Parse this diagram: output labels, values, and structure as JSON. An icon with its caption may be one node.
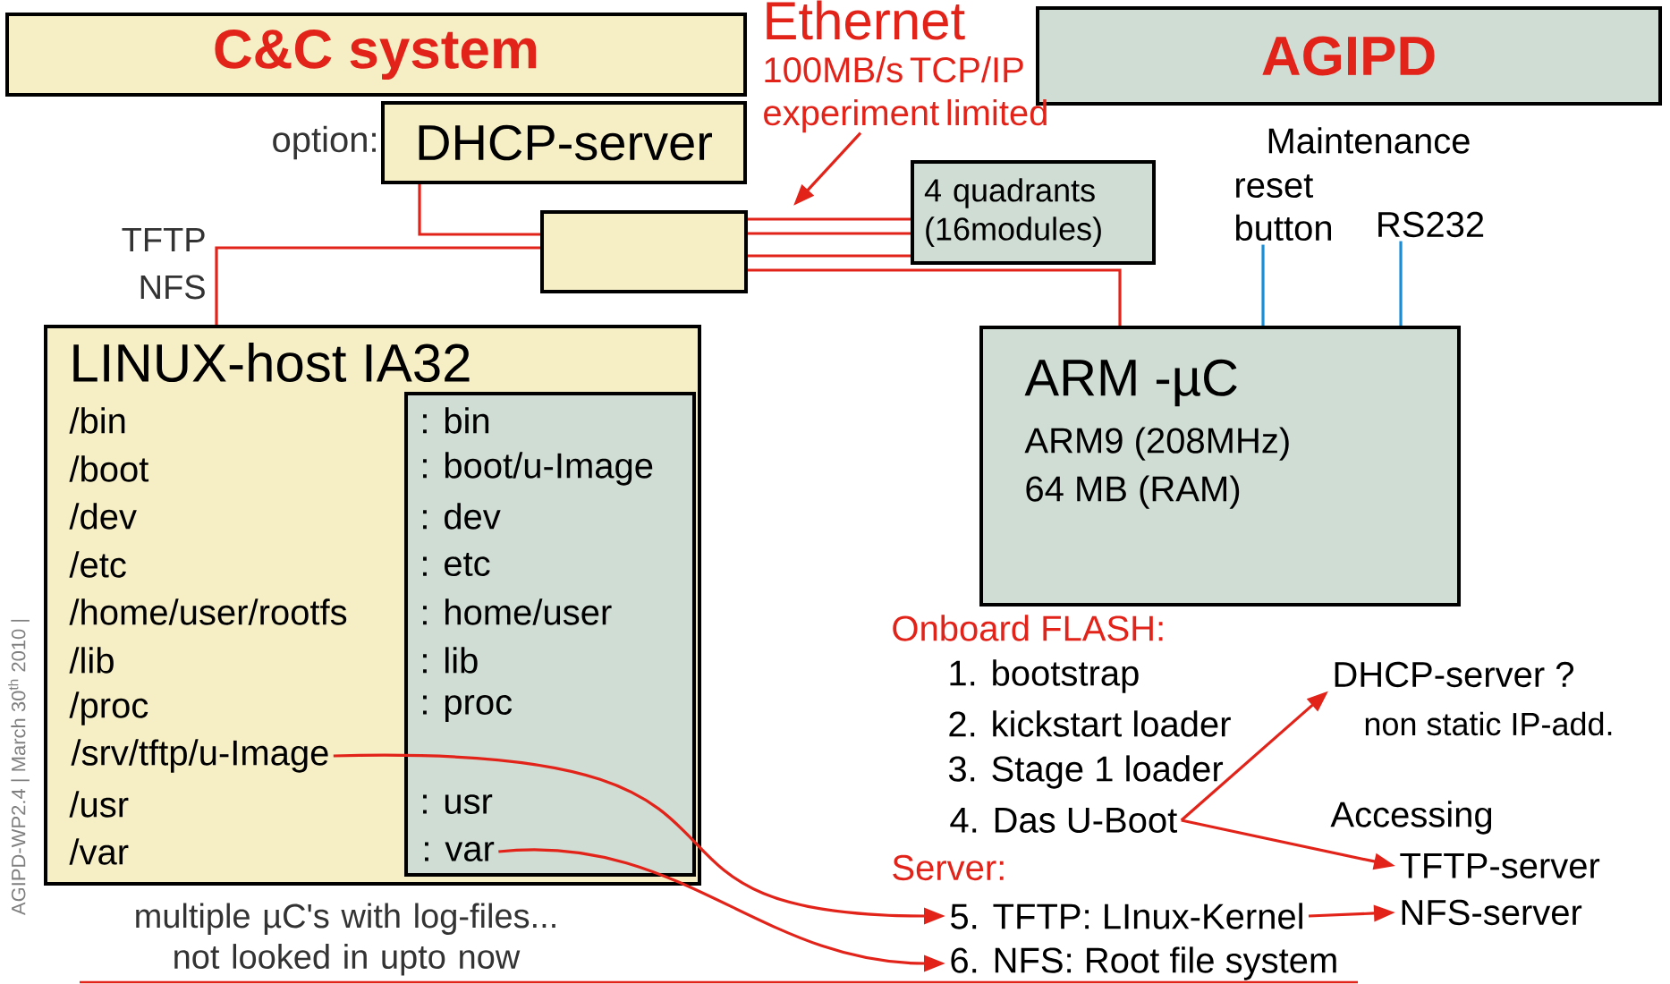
{
  "diagram": {
    "nodes": [
      {
        "text": [
          "C&C system"
        ]
      },
      {
        "text": [
          "DHCP-server"
        ],
        "beside": [
          "option:"
        ]
      },
      {
        "text": [],
        "shape": "box"
      },
      {
        "text": [
          "4 quadrants (16modules)"
        ]
      },
      {
        "text": [
          "AGIPD"
        ]
      },
      {
        "text": [
          "LINUX-host IA32",
          "/bin",
          "/boot",
          "/dev",
          "/etc",
          "/home/user/rootfs",
          "/lib",
          "/proc",
          "/usr",
          "/var"
        ]
      },
      {
        "text": [
          ": bin",
          ": boot/u-Image",
          ": dev",
          ": etc",
          ": home/user",
          ": lib",
          ": proc",
          ": usr"
        ],
        "in": 5
      },
      {
        "text": [
          "/srv/tftp/u-Image"
        ],
        "in": 5
      },
      {
        "text": [
          ": var"
        ],
        "in": 6
      },
      {
        "text": [
          "ARM -µC",
          "ARM9 (208MHz)",
          "64 MB (RAM)"
        ]
      },
      {
        "text": [
          "Maintenance",
          "reset button"
        ]
      },
      {
        "text": [
          "RS232"
        ]
      },
      {
        "text": [
          "Ethernet",
          "100MB/s TCP/IP experiment limited"
        ]
      },
      {
        "text": [
          "4. Das U-Boot"
        ]
      },
      {
        "text": [
          "5. TFTP: LInux-Kernel"
        ]
      },
      {
        "text": [
          "6. NFS: Root file system"
        ]
      },
      {
        "text": [
          "DHCP-server ?"
        ]
      },
      {
        "text": [
          "TFTP-server"
        ]
      },
      {
        "text": [
          "NFS-server"
        ]
      }
    ],
    "edges": [
      {
        "from": 1,
        "to": 2,
        "arrow": "none"
      },
      {
        "from": 2,
        "to": 5,
        "arrow": "none"
      },
      {
        "from": 2,
        "to": 3,
        "arrow": "none"
      },
      {
        "from": 2,
        "to": 3,
        "arrow": "none"
      },
      {
        "from": 2,
        "to": 3,
        "arrow": "none"
      },
      {
        "from": 2,
        "to": 9,
        "arrow": "none"
      },
      {
        "from": 12,
        "to": null,
        "arrow": "to"
      },
      {
        "from": 10,
        "to": 9,
        "arrow": "none",
        "color": "#1a8ad4"
      },
      {
        "from": 11,
        "to": 9,
        "arrow": "none",
        "color": "#1a8ad4"
      },
      {
        "from": 7,
        "to": 14,
        "arrow": "to"
      },
      {
        "from": 8,
        "to": 15,
        "arrow": "to"
      },
      {
        "from": 13,
        "to": 16,
        "arrow": "to"
      },
      {
        "from": 13,
        "to": 17,
        "arrow": "to"
      },
      {
        "from": 14,
        "to": 18,
        "arrow": "to"
      }
    ],
    "labels": [
      "TFTP",
      "NFS",
      "Onboard FLASH:",
      "1. bootstrap",
      "2. kickstart loader",
      "3. Stage 1 loader",
      "Server:",
      "non static IP-add.",
      "Accessing",
      "multiple µC's with log-files... not looked in upto now",
      "AGIPD-WP2.4 | March 30$^{th}$ 2010 |"
    ]
  }
}
